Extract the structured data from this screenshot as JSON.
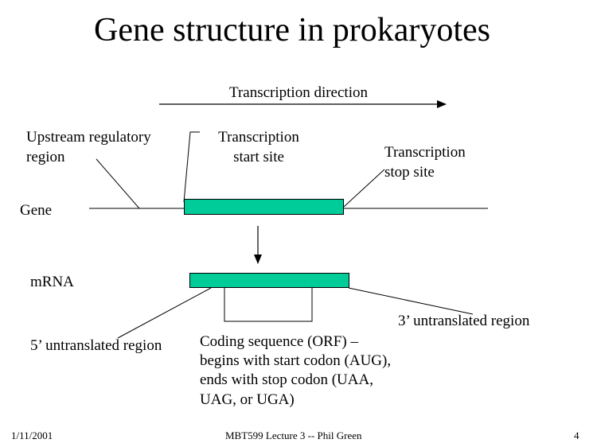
{
  "title": "Gene structure in prokaryotes",
  "labels": {
    "transcription_direction": "Transcription direction",
    "upstream_line1": "Upstream regulatory",
    "upstream_line2": "region",
    "start_line1": "Transcription",
    "start_line2": "start site",
    "stop_line1": "Transcription",
    "stop_line2": "stop site",
    "gene": "Gene",
    "mrna": "mRNA",
    "utr3": "3’ untranslated region",
    "utr5": "5’ untranslated region",
    "orf_line1": "Coding sequence (ORF) –",
    "orf_line2": "begins with start codon (AUG),",
    "orf_line3": "ends with stop codon (UAA,",
    "orf_line4": "UAG, or UGA)"
  },
  "footer": {
    "date": "1/11/2001",
    "center": "MBT599 Lecture 3 -- Phil Green",
    "page": "4"
  },
  "colors": {
    "box_fill": "#00cc99",
    "line": "#000000"
  }
}
